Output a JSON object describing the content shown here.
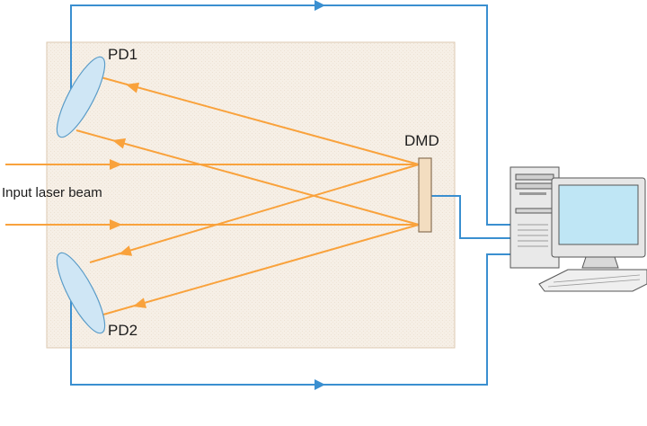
{
  "labels": {
    "pd1": "PD1",
    "pd2": "PD2",
    "dmd": "DMD",
    "input": "Input laser beam"
  },
  "colors": {
    "beam": "#f9a23c",
    "wire": "#3a8fd0",
    "panel_fill": "#f6efe6",
    "panel_stroke": "#dcc9b1",
    "lens_fill": "#cfe6f5",
    "lens_stroke": "#5a9cc8",
    "dmd_fill": "#f3ddc0",
    "dmd_stroke": "#8a7256",
    "screen": "#bfe6f5",
    "computer_body": "#e9e9e9",
    "computer_stroke": "#555555"
  }
}
